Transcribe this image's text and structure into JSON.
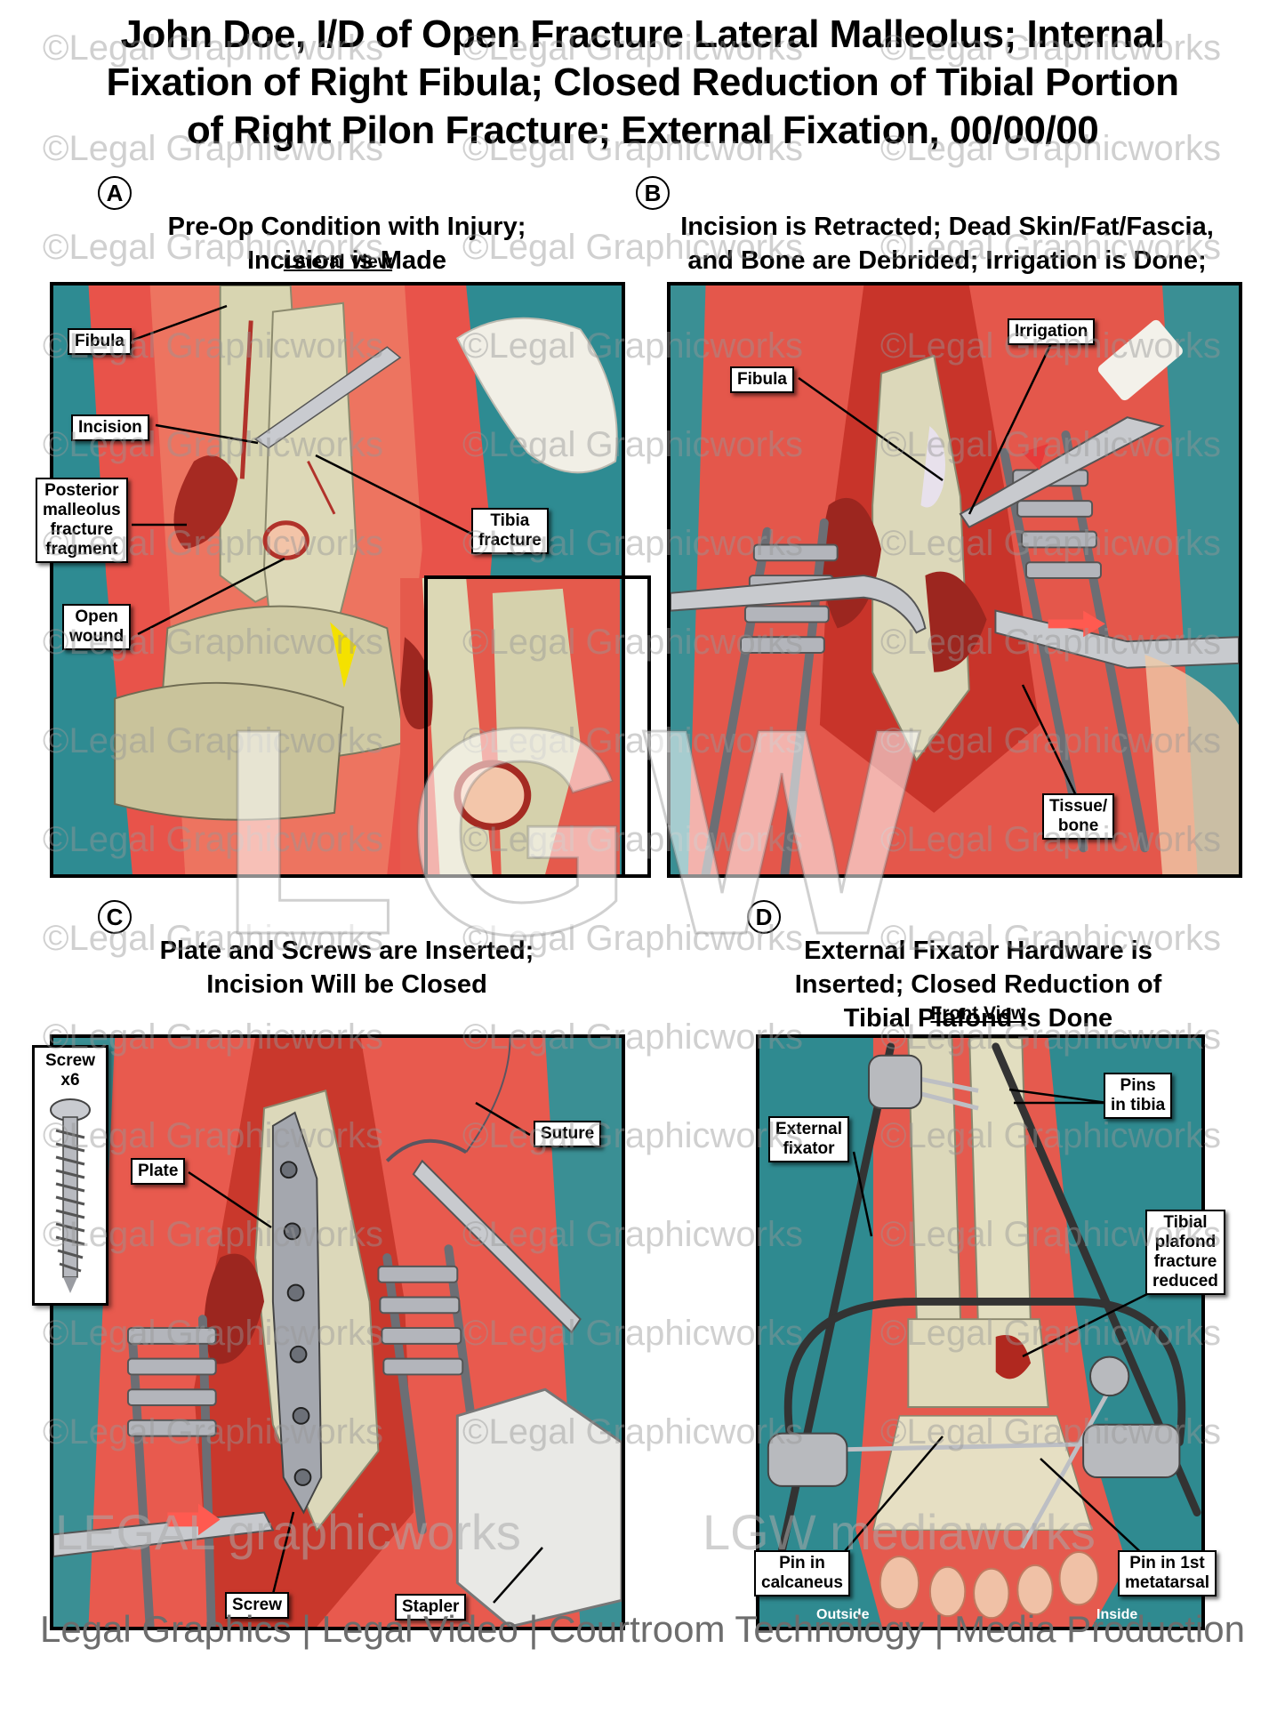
{
  "title_lines": [
    "John Doe, I/D of Open Fracture Lateral Malleolus; Internal",
    "Fixation of Right Fibula; Closed Reduction of Tibial Portion",
    "of Right Pilon Fracture; External Fixation, 00/00/00"
  ],
  "panels": {
    "a": {
      "letter": "A",
      "title_lines": [
        "Pre-Op Condition with Injury;",
        "Incision is Made"
      ],
      "view": "Lateral View",
      "labels": {
        "fibula": "Fibula",
        "incision": "Incision",
        "posterior_malleolus": "Posterior\nmalleolus\nfracture\nfragment",
        "tibia_fracture": "Tibia\nfracture",
        "open_wound": "Open\nwound"
      }
    },
    "b": {
      "letter": "B",
      "title_lines": [
        "Incision is Retracted; Dead Skin/Fat/Fascia,",
        "and Bone are Debrided; Irrigation is Done;",
        "Fracture is Reduced"
      ],
      "labels": {
        "irrigation": "Irrigation",
        "fibula": "Fibula",
        "tissue_bone": "Tissue/\nbone"
      }
    },
    "c": {
      "letter": "C",
      "title_lines": [
        "Plate and Screws are Inserted;",
        "Incision Will be Closed"
      ],
      "labels": {
        "screw_x6": "Screw\nx6",
        "plate": "Plate",
        "suture": "Suture",
        "screw": "Screw",
        "stapler": "Stapler"
      }
    },
    "d": {
      "letter": "D",
      "title_lines": [
        "External Fixator Hardware is",
        "Inserted; Closed Reduction of",
        "Tibial Plafond is Done"
      ],
      "view": "Front View",
      "labels": {
        "pins_tibia": "Pins\nin tibia",
        "external_fixator": "External\nfixator",
        "tibial_plafond": "Tibial\nplafond\nfracture\nreduced",
        "pin_calcaneus": "Pin in\ncalcaneus",
        "pin_metatarsal": "Pin in 1st\nmetatarsal",
        "outside": "Outside",
        "inside": "Inside"
      }
    }
  },
  "watermark": "©Legal Graphicworks",
  "big_watermark": "LGW",
  "brand_watermarks": [
    "LEGAL graphicworks",
    "LGW mediaworks"
  ],
  "footer": "Legal Graphics | Legal Video | Courtroom Technology | Media Production",
  "colors": {
    "skin": "#e8534a",
    "teal": "#2f8a90",
    "bone": "#d9d6b5",
    "metal": "#a8aab0"
  }
}
